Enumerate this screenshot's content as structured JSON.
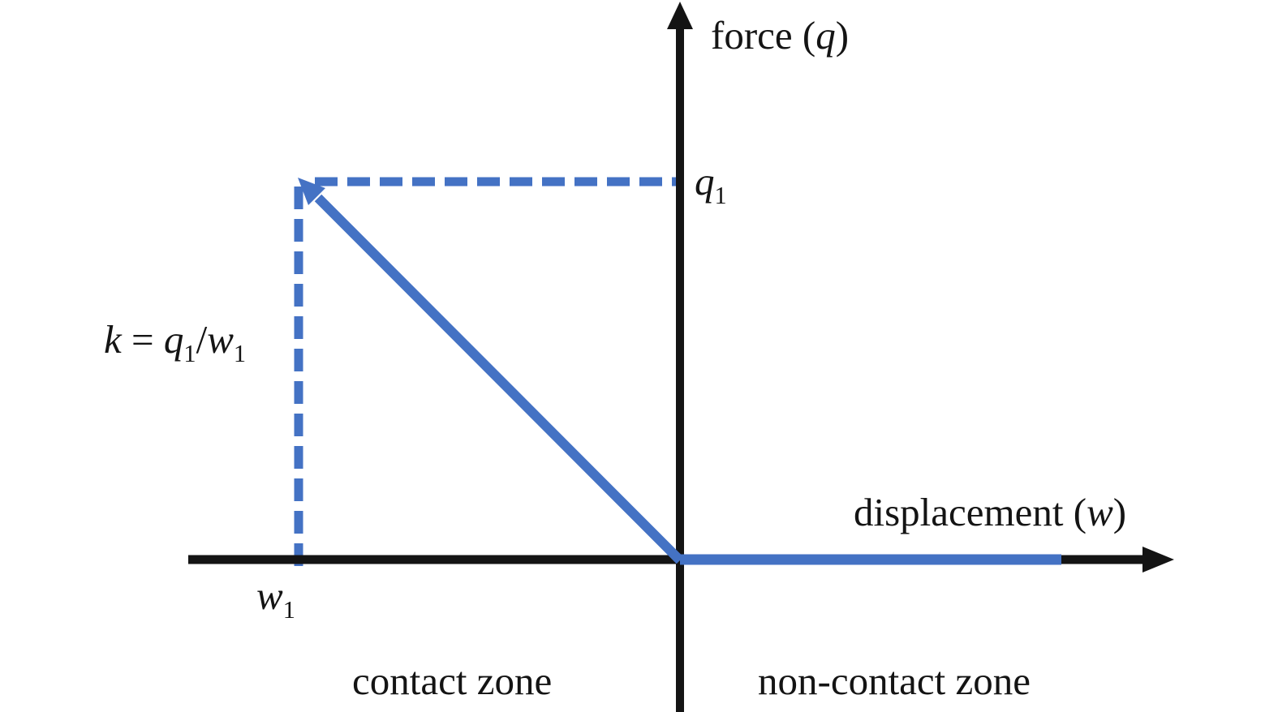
{
  "figure": {
    "description": "Schematic force-displacement graph of a tensionless elastic support: linear response with slope k in the contact zone, zero force in the non-contact zone",
    "background": "#ffffff",
    "colors": {
      "accent_blue": "#4472C4",
      "axis_black": "#141414"
    }
  },
  "labels": {
    "y_axis": {
      "pre": "force (",
      "var": "q",
      "post": ")"
    },
    "x_axis": {
      "pre": "displacement (",
      "var": "w",
      "post": ")"
    },
    "q1": {
      "var": "q",
      "sub": "1"
    },
    "w1": {
      "var": "w",
      "sub": "1"
    },
    "slope": {
      "k": "k",
      "eq": " = ",
      "q": "q",
      "qsub": "1",
      "slash": "/",
      "w": "w",
      "wsub": "1"
    },
    "zone_left": "contact zone",
    "zone_right": "non-contact zone"
  },
  "chart_data": {
    "type": "line",
    "title": "",
    "xlabel": "displacement (w)",
    "ylabel": "force (q)",
    "grid": false,
    "legend": false,
    "axis_tick_labels": {
      "x": [
        "w1"
      ],
      "y": [
        "q1"
      ]
    },
    "series": [
      {
        "name": "contact-zone response (solid blue line with arrowhead at upper end)",
        "style": "solid",
        "color": "#4472C4",
        "points_symbolic": [
          [
            "w1 (left of origin)",
            "q1"
          ],
          [
            "0",
            "0"
          ]
        ],
        "points_normalized": [
          [
            -1,
            1
          ],
          [
            0,
            0
          ]
        ]
      },
      {
        "name": "non-contact-zone response (solid blue line along displacement axis)",
        "style": "solid",
        "color": "#4472C4",
        "points_symbolic": [
          [
            "0",
            "0"
          ],
          [
            "w > 0",
            "0"
          ]
        ],
        "points_normalized": [
          [
            0,
            0
          ],
          [
            1.33,
            0
          ]
        ]
      },
      {
        "name": "dashed guide from w1 on axis up to point (w1, q1)",
        "style": "dashed",
        "color": "#4472C4",
        "points_normalized": [
          [
            -1,
            0
          ],
          [
            -1,
            1
          ]
        ]
      },
      {
        "name": "dashed guide from point (w1, q1) to q1 on force axis",
        "style": "dashed",
        "color": "#4472C4",
        "points_normalized": [
          [
            -1,
            1
          ],
          [
            0,
            1
          ]
        ]
      }
    ],
    "annotations": [
      "k = q1/w1 (slope of contact branch)",
      "contact zone (left of force axis)",
      "non-contact zone (right of force axis)"
    ],
    "relation": "q = k·w in the contact zone; q = 0 in the non-contact zone; k = q1/w1"
  }
}
